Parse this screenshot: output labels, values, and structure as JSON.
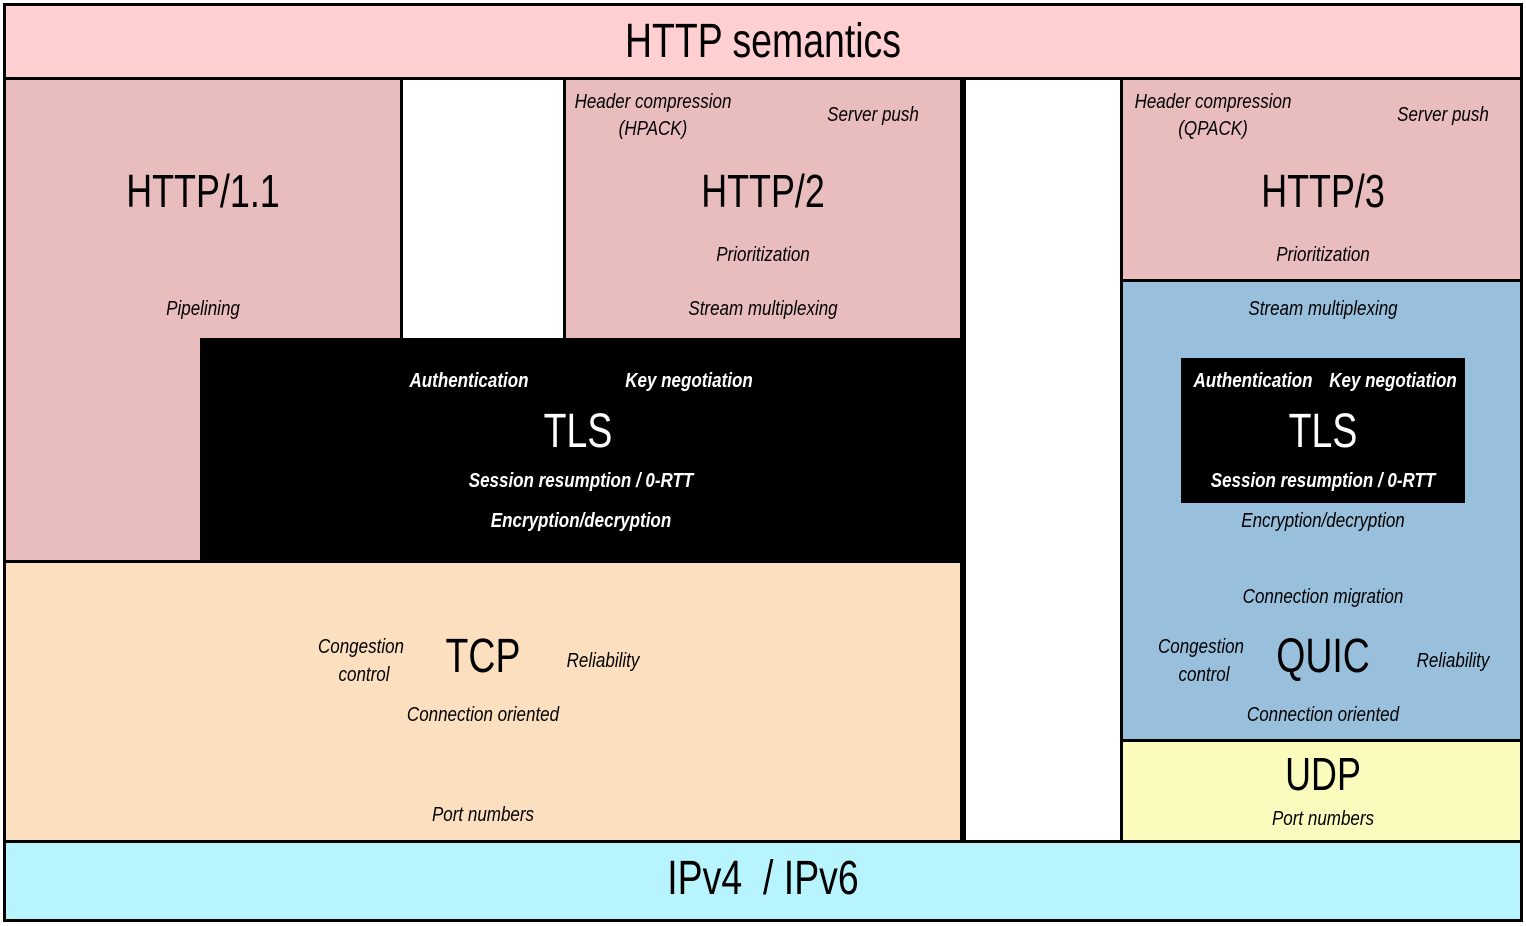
{
  "http_semantics": {
    "title": "HTTP semantics"
  },
  "http11": {
    "title": "HTTP/1.1",
    "features": [
      "Pipelining"
    ]
  },
  "http2": {
    "title": "HTTP/2",
    "header_compression": [
      "Header compression",
      "(HPACK)"
    ],
    "server_push": "Server push",
    "prioritization": "Prioritization",
    "stream_multiplexing": "Stream multiplexing"
  },
  "http3": {
    "title": "HTTP/3",
    "header_compression": [
      "Header compression",
      "(QPACK)"
    ],
    "server_push": "Server push",
    "prioritization": "Prioritization"
  },
  "tls_tcp": {
    "title": "TLS",
    "authentication": "Authentication",
    "key_negotiation": "Key negotiation",
    "session_resumption": "Session resumption / 0-RTT",
    "encryption": "Encryption/decryption"
  },
  "tcp": {
    "title": "TCP",
    "congestion_control": [
      "Congestion",
      "control"
    ],
    "reliability": "Reliability",
    "connection_oriented": "Connection oriented",
    "port_numbers": "Port numbers"
  },
  "quic": {
    "title": "QUIC",
    "stream_multiplexing": "Stream multiplexing",
    "encryption": "Encryption/decryption",
    "connection_migration": "Connection migration",
    "congestion_control": [
      "Congestion",
      "control"
    ],
    "reliability": "Reliability",
    "connection_oriented": "Connection oriented"
  },
  "tls_quic": {
    "title": "TLS",
    "authentication": "Authentication",
    "key_negotiation": "Key negotiation",
    "session_resumption": "Session resumption / 0-RTT"
  },
  "udp": {
    "title": "UDP",
    "port_numbers": "Port numbers"
  },
  "ip": {
    "title": "IPv4  / IPv6"
  },
  "colors": {
    "http_semantics": "#ffcfd2",
    "http_versions": "#e9bcbe",
    "tls": "#000000",
    "tcp": "#fcdfbe",
    "quic": "#98bfdb",
    "udp": "#fbfbbe",
    "ip": "#b8f4fd"
  }
}
